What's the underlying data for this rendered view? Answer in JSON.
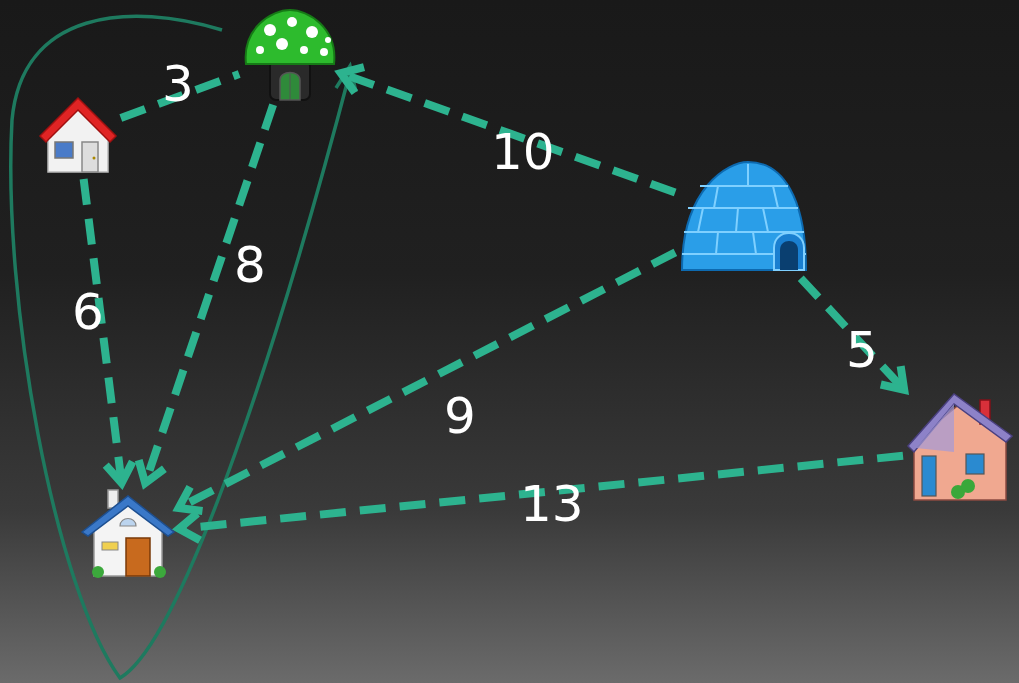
{
  "diagram": {
    "nodes": [
      {
        "text": []
      },
      {
        "text": []
      },
      {
        "text": []
      },
      {
        "text": []
      },
      {
        "text": []
      }
    ],
    "edges": [
      {
        "from": 0,
        "to": 1,
        "arrow": "none",
        "label": "3"
      },
      {
        "from": 0,
        "to": 3,
        "arrow": "to",
        "label": "6"
      },
      {
        "from": 1,
        "to": 3,
        "arrow": "to",
        "label": "8"
      },
      {
        "from": 2,
        "to": 1,
        "arrow": "to",
        "label": "10"
      },
      {
        "from": 2,
        "to": 3,
        "arrow": "to",
        "label": "9"
      },
      {
        "from": 2,
        "to": 4,
        "arrow": "to",
        "label": "5"
      },
      {
        "from": 4,
        "to": 3,
        "arrow": "to",
        "label": "13"
      }
    ]
  }
}
